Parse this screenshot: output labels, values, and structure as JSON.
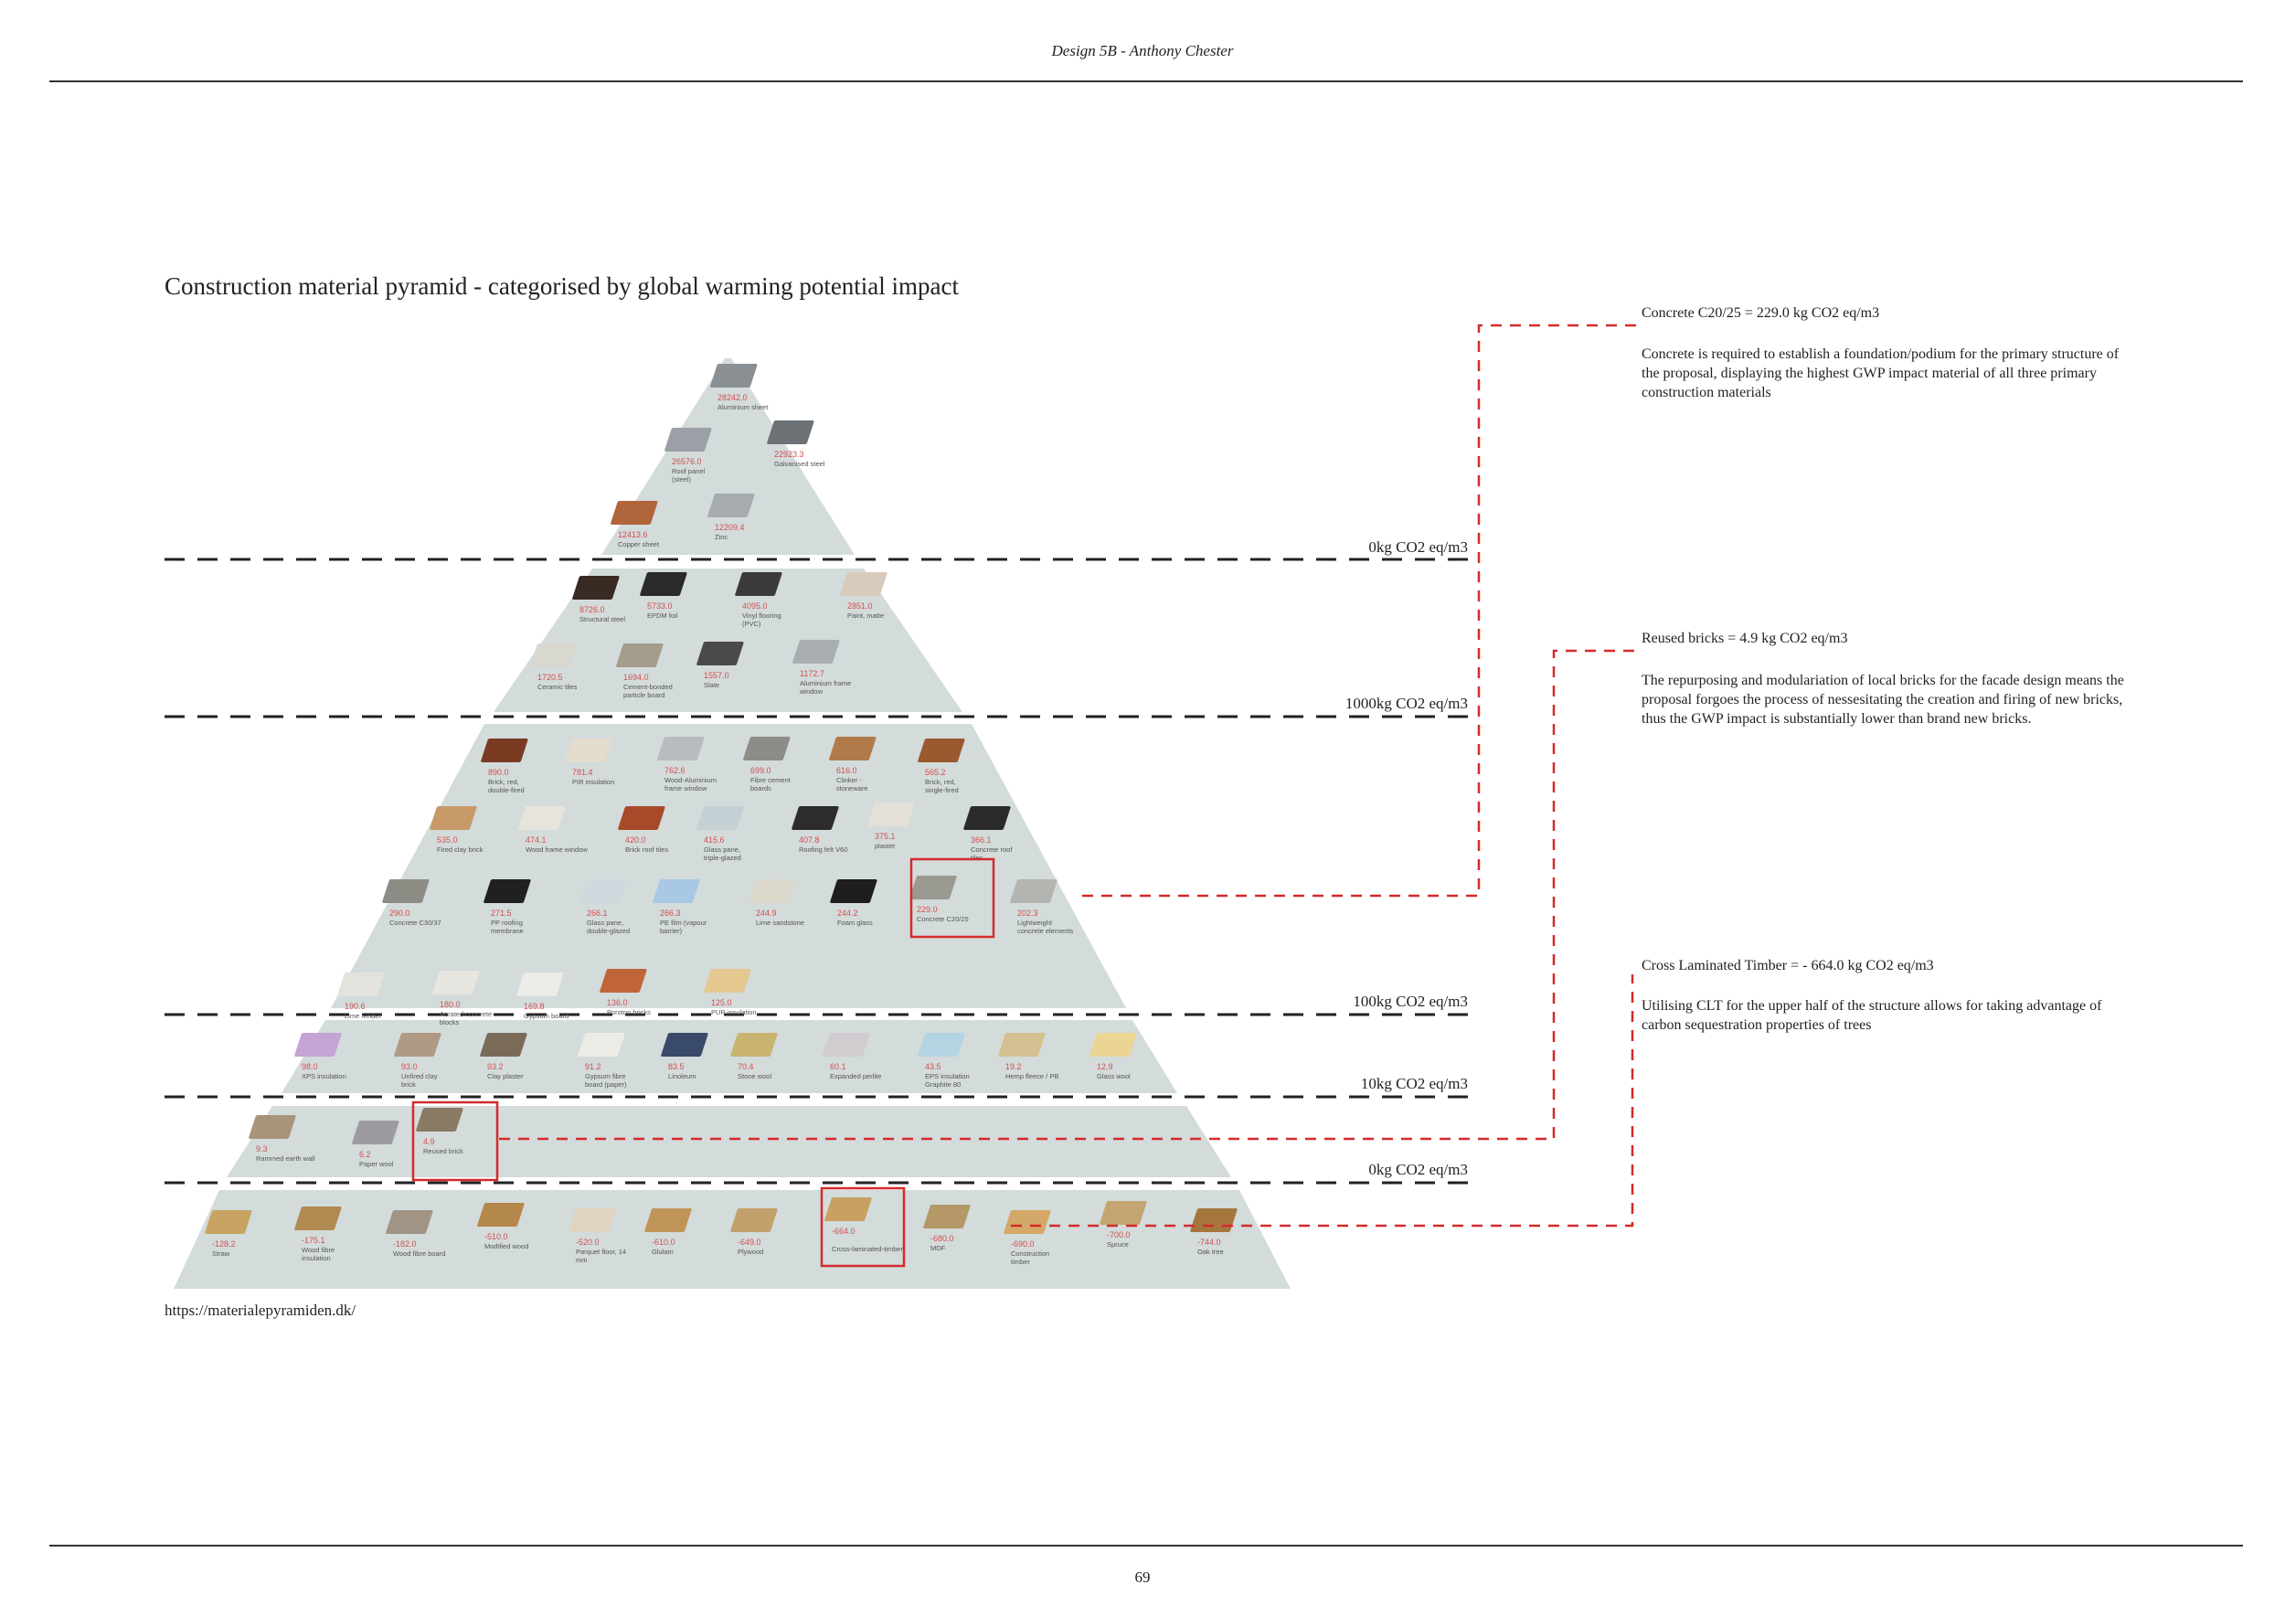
{
  "header": {
    "title": "Design 5B  - Anthony Chester"
  },
  "diagram": {
    "title": "Construction material pyramid - categorised by global warming potential impact",
    "source": "https://materialepyramiden.dk/",
    "thresholds": [
      "0kg CO2 eq/m3",
      "1000kg CO2 eq/m3",
      "100kg CO2 eq/m3",
      "10kg CO2 eq/m3",
      "0kg CO2 eq/m3"
    ]
  },
  "notes": [
    {
      "heading": "Concrete C20/25 = 229.0 kg CO2 eq/m3",
      "body": "Concrete is required to establish a foundation/podium for the primary structure of the proposal, displaying the highest GWP impact material of all three primary construction materials"
    },
    {
      "heading": "Reused bricks = 4.9 kg CO2 eq/m3",
      "body": "The repurposing and modulariation of local bricks for the facade design means the proposal forgoes the process of nessesitating the creation and firing of new bricks, thus the GWP impact is substantially lower than brand new bricks."
    },
    {
      "heading": "Cross Laminated Timber = - 664.0 kg CO2 eq/m3",
      "body": "Utilising CLT for the upper half of the structure allows for taking advantage of carbon sequestration properties of trees"
    }
  ],
  "colors": {
    "highlight": "#d42a2a",
    "pyramid": "#d3dbdb",
    "dash": "#222222"
  },
  "materials": [
    {
      "value": "28242.0",
      "label": "Aluminium sheet",
      "color": "#8a8f94"
    },
    {
      "value": "26576.0",
      "label": "Roof panel (steel)",
      "color": "#9aa0a5"
    },
    {
      "value": "22923.3",
      "label": "Galvanised steel",
      "color": "#6c7176"
    },
    {
      "value": "12413.6",
      "label": "Copper sheet",
      "color": "#b0643a"
    },
    {
      "value": "12209.4",
      "label": "Zinc",
      "color": "#a6abb0"
    },
    {
      "value": "8726.0",
      "label": "Structural steel",
      "color": "#3a2a24"
    },
    {
      "value": "5733.0",
      "label": "EPDM foil",
      "color": "#2a2a2a"
    },
    {
      "value": "4095.0",
      "label": "Vinyl flooring (PVC)",
      "color": "#3a3a3a"
    },
    {
      "value": "2851.0",
      "label": "Paint, matte",
      "color": "#d8cbbd"
    },
    {
      "value": "1720.5",
      "label": "Ceramic tiles",
      "color": "#d8d8d0"
    },
    {
      "value": "1694.0",
      "label": "Cement-bonded particle board",
      "color": "#a49c8c"
    },
    {
      "value": "1557.0",
      "label": "Slate",
      "color": "#4a4a4c"
    },
    {
      "value": "1172.7",
      "label": "Aluminium frame window",
      "color": "#a8aeb2"
    },
    {
      "value": "890.0",
      "label": "Brick, red, double-fired",
      "color": "#7a3a22"
    },
    {
      "value": "781.4",
      "label": "PIR insulation",
      "color": "#e4dccc"
    },
    {
      "value": "762.6",
      "label": "Wood-Aluminium frame window",
      "color": "#b8bcbe"
    },
    {
      "value": "699.0",
      "label": "Fibre cement boards",
      "color": "#8c8c88"
    },
    {
      "value": "616.0",
      "label": "Clinker - stoneware",
      "color": "#b07a4a"
    },
    {
      "value": "565.2",
      "label": "Brick, red, single-fired",
      "color": "#9a5a30"
    },
    {
      "value": "535.0",
      "label": "Fired clay brick",
      "color": "#c89a6a"
    },
    {
      "value": "474.1",
      "label": "Wood frame window",
      "color": "#e8e4dc"
    },
    {
      "value": "420.0",
      "label": "Brick roof tiles",
      "color": "#a84a2a"
    },
    {
      "value": "415.6",
      "label": "Glass pane, triple-glazed",
      "color": "#c4d0d4"
    },
    {
      "value": "407.8",
      "label": "Roofing felt V60",
      "color": "#2c2c2c"
    },
    {
      "value": "375.1",
      "label": "plaster",
      "color": "#e4e0d8"
    },
    {
      "value": "366.1",
      "label": "Concrete roof tiles",
      "color": "#2a2a2a"
    },
    {
      "value": "290.0",
      "label": "Concrete C30/37",
      "color": "#8c8c84"
    },
    {
      "value": "271.5",
      "label": "PP roofing membrane",
      "color": "#202020"
    },
    {
      "value": "266.1",
      "label": "Glass pane, double-glazed",
      "color": "#cfd8dc"
    },
    {
      "value": "266.3",
      "label": "PE film (vapour barrier)",
      "color": "#a8c8e4"
    },
    {
      "value": "244.9",
      "label": "Lime sandstone",
      "color": "#dcd8cc"
    },
    {
      "value": "244.2",
      "label": "Foam glass",
      "color": "#1e1e1e"
    },
    {
      "value": "229.0",
      "label": "Concrete C20/25",
      "color": "#9a9a92"
    },
    {
      "value": "202.3",
      "label": "Lightweight concrete elements",
      "color": "#b4b4b0"
    },
    {
      "value": "190.6",
      "label": "Lime render",
      "color": "#e4e2dc"
    },
    {
      "value": "180.0",
      "label": "Aerated concrete blocks",
      "color": "#e8e6e0"
    },
    {
      "value": "169.8",
      "label": "Gypsum board",
      "color": "#ecece8"
    },
    {
      "value": "136.0",
      "label": "Poroton bricks",
      "color": "#c0643a"
    },
    {
      "value": "125.0",
      "label": "PUR insulation",
      "color": "#e4c890"
    },
    {
      "value": "98.0",
      "label": "XPS insulation",
      "color": "#c4a4d4"
    },
    {
      "value": "93.0",
      "label": "Unfired clay brick",
      "color": "#b09a84"
    },
    {
      "value": "93.2",
      "label": "Clay plaster",
      "color": "#7a6a58"
    },
    {
      "value": "91.2",
      "label": "Gypsum fibre board (paper)",
      "color": "#ecece6"
    },
    {
      "value": "83.5",
      "label": "Linoleum",
      "color": "#3a4a6a"
    },
    {
      "value": "70.4",
      "label": "Stone wool",
      "color": "#c8b470"
    },
    {
      "value": "60.1",
      "label": "Expanded perlite",
      "color": "#d0ccd0"
    },
    {
      "value": "43.5",
      "label": "EPS insulation Graphite 80",
      "color": "#b4d4e4"
    },
    {
      "value": "19.2",
      "label": "Hemp fleece / PB",
      "color": "#d4c090"
    },
    {
      "value": "12.9",
      "label": "Glass wool",
      "color": "#ecd494"
    },
    {
      "value": "9.3",
      "label": "Rammed earth wall",
      "color": "#a89478"
    },
    {
      "value": "6.2",
      "label": "Paper wool",
      "color": "#9c9ca0"
    },
    {
      "value": "4.9",
      "label": "Reused brick",
      "color": "#8a7a64"
    },
    {
      "value": "-128.2",
      "label": "Straw",
      "color": "#c8a464"
    },
    {
      "value": "-175.1",
      "label": "Wood fibre insulation",
      "color": "#b08a50"
    },
    {
      "value": "-182.0",
      "label": "Wood fibre board",
      "color": "#a09484"
    },
    {
      "value": "-510.0",
      "label": "Modified wood",
      "color": "#b4884a"
    },
    {
      "value": "-520.0",
      "label": "Parquet floor, 14 mm",
      "color": "#e0d4c0"
    },
    {
      "value": "-610.0",
      "label": "Glulam",
      "color": "#c09458"
    },
    {
      "value": "-649.0",
      "label": "Plywood",
      "color": "#c4a06a"
    },
    {
      "value": "-664.0",
      "label": "Cross-laminated-timber CLT",
      "color": "#c8a060"
    },
    {
      "value": "-680.0",
      "label": "MDF",
      "color": "#b49868"
    },
    {
      "value": "-690.0",
      "label": "Construction timber",
      "color": "#d4a868"
    },
    {
      "value": "-700.0",
      "label": "Spruce",
      "color": "#c4a470"
    },
    {
      "value": "-744.0",
      "label": "Oak tree",
      "color": "#a4763e"
    }
  ]
}
